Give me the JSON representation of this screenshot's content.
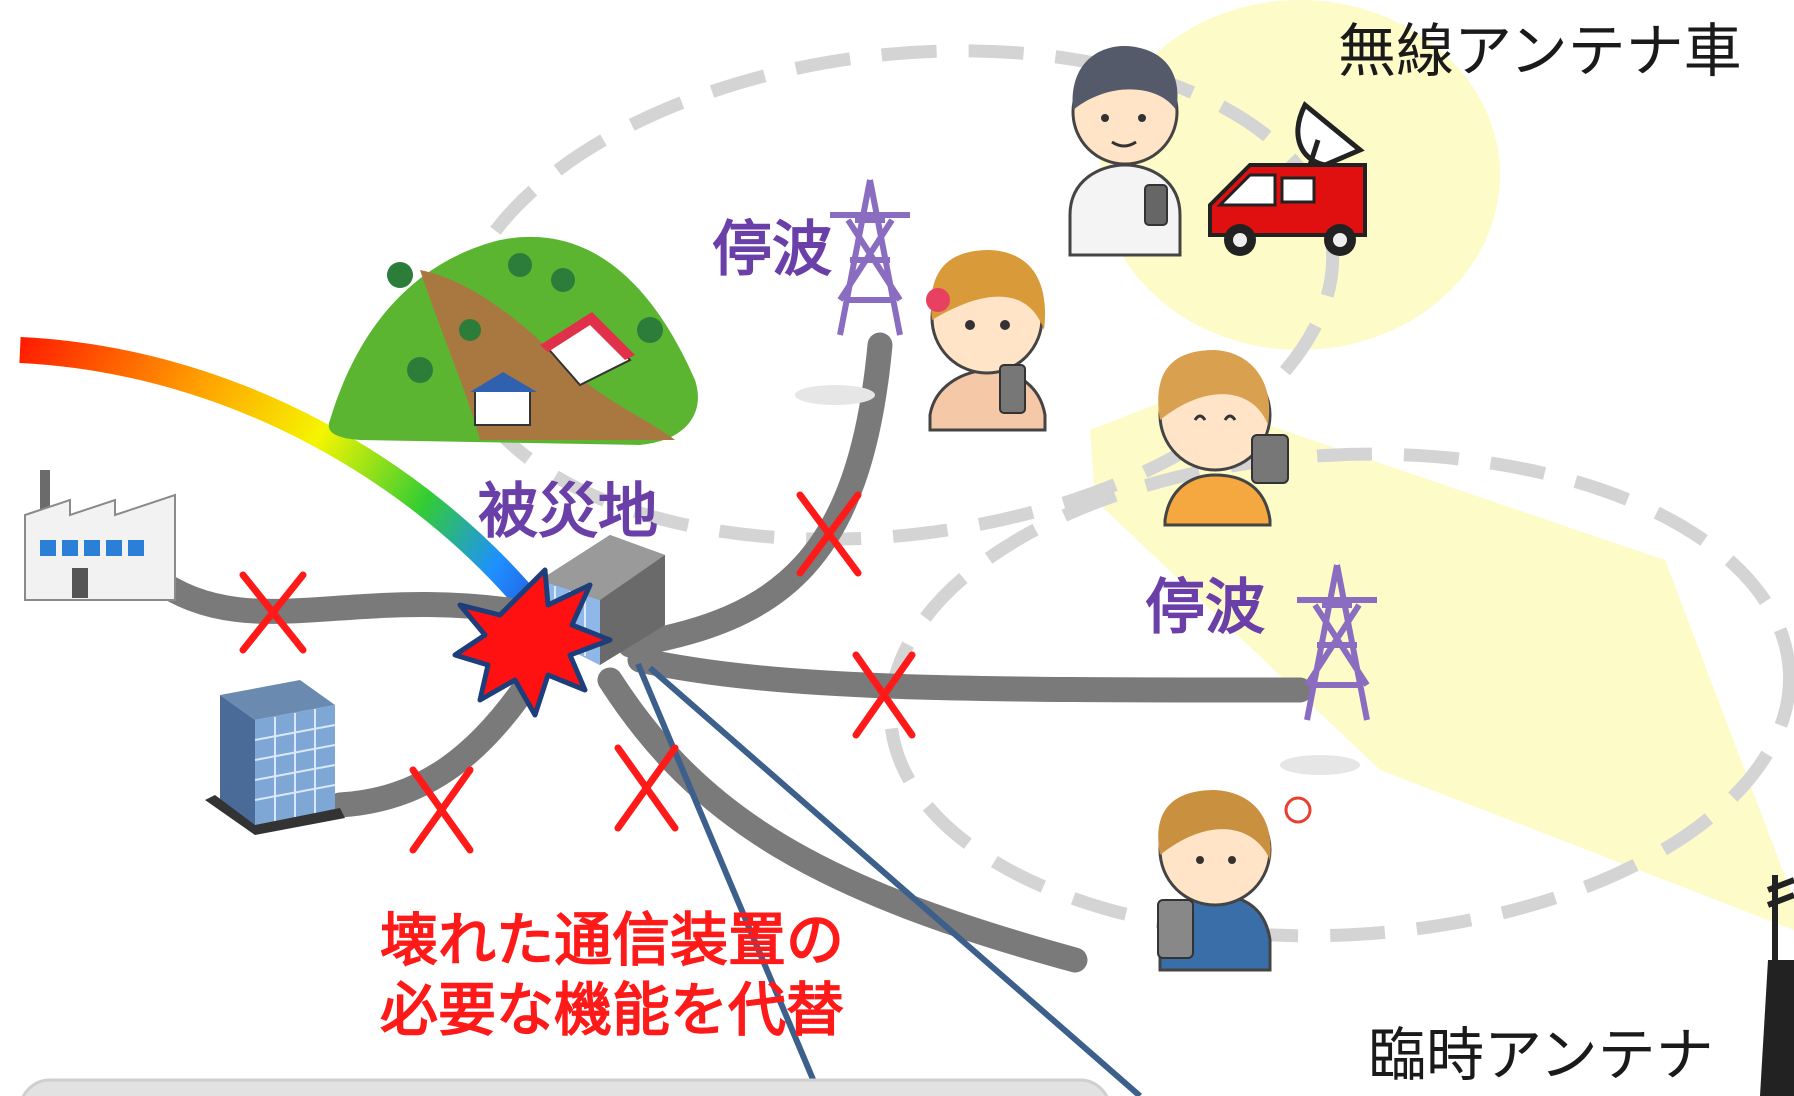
{
  "labels": {
    "mobile_antenna_vehicle": "無線アンテナ車",
    "temporary_antenna": "臨時アンテナ",
    "disaster_area": "被災地",
    "outage_1": "停波",
    "outage_2": "停波",
    "caption_line1": "壊れた通信装置の",
    "caption_line2": "必要な機能を代替"
  },
  "colors": {
    "cable": "#7a7a7a",
    "cross": "#ff1a1a",
    "label_purple": "#6a3fa8",
    "coverage": "#fdfbc8",
    "dashed_zone": "#d4d4d4",
    "fiber_line": "#3d5f8c",
    "tower": "#8a6cc0"
  },
  "icons": [
    "landslide-icon",
    "factory-icon",
    "office-building-icon",
    "data-center-icon",
    "explosion-icon",
    "transmission-tower-icon",
    "antenna-vehicle-icon",
    "person-icon",
    "temporary-antenna-icon"
  ]
}
